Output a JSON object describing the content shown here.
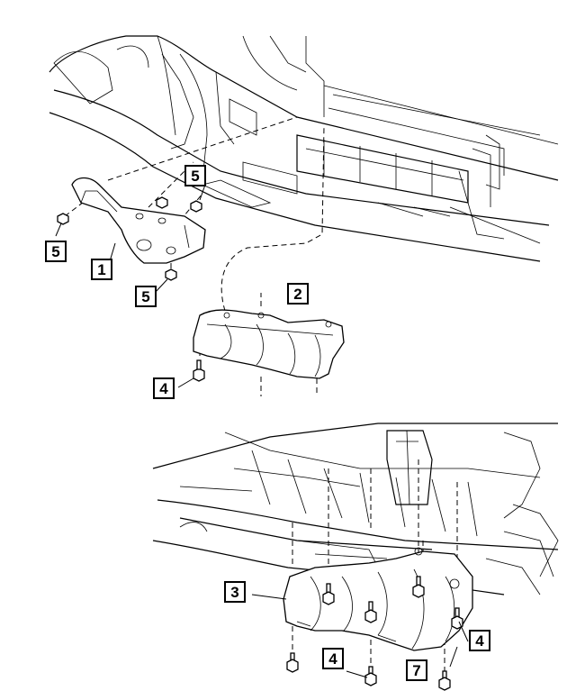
{
  "callouts": {
    "top_5_upper": "5",
    "top_5_left": "5",
    "top_1": "1",
    "top_5_lower": "5",
    "top_2": "2",
    "top_4": "4",
    "bottom_3": "3",
    "bottom_4_right": "4",
    "bottom_4_lower": "4",
    "bottom_7": "7"
  },
  "colors": {
    "line": "#000000",
    "background": "#ffffff"
  }
}
